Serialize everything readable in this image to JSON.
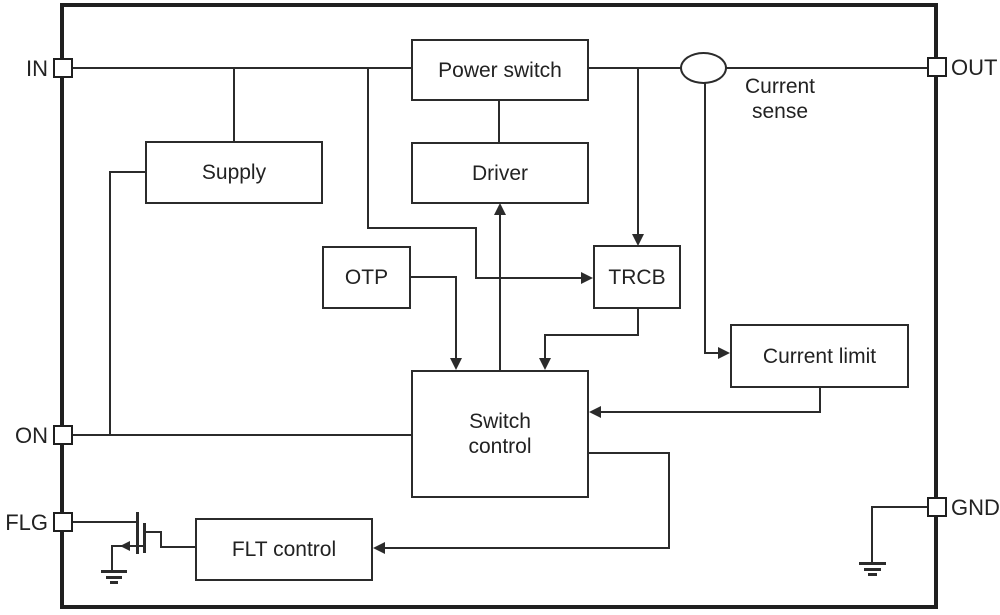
{
  "pins": {
    "in": "IN",
    "out": "OUT",
    "on": "ON",
    "flg": "FLG",
    "gnd": "GND"
  },
  "blocks": {
    "power_switch": "Power switch",
    "supply": "Supply",
    "driver": "Driver",
    "otp": "OTP",
    "trcb": "TRCB",
    "current_limit": "Current limit",
    "switch_control": "Switch control",
    "flt_control": "FLT control"
  },
  "annotations": {
    "current_sense": "Current sense"
  },
  "colors": {
    "line": "#2b2b2b",
    "border": "#1f1f1f",
    "background": "#ffffff"
  }
}
